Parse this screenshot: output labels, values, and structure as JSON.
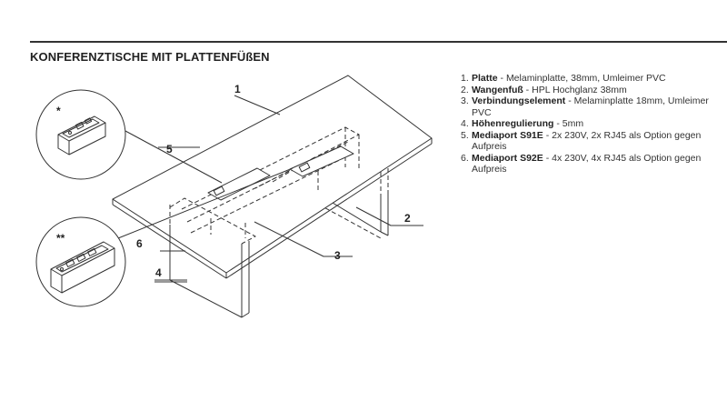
{
  "title": "KONFERENZTISCHE MIT PLATTENFÜßEN",
  "callouts": {
    "c1": "1",
    "c2": "2",
    "c3": "3",
    "c4": "4",
    "c5": "5",
    "c6": "6",
    "star_single": "*",
    "star_double": "**"
  },
  "legend": [
    {
      "num": "1.",
      "term": "Platte",
      "sep": " - ",
      "desc": "Melaminplatte, 38mm, Umleimer PVC"
    },
    {
      "num": "2.",
      "term": "Wangenfuß",
      "sep": " - ",
      "desc": "HPL Hochglanz 38mm"
    },
    {
      "num": "3.",
      "term": "Verbindungselement",
      "sep": " - ",
      "desc": "Melaminplatte 18mm, Umleimer PVC"
    },
    {
      "num": "4.",
      "term": "Höhenregulierung",
      "sep": " - ",
      "desc": "5mm"
    },
    {
      "num": "5.",
      "term": "Mediaport S91E",
      "sep": " - ",
      "desc": "2x 230V, 2x RJ45 als Option gegen Aufpreis"
    },
    {
      "num": "6.",
      "term": "Mediaport S92E",
      "sep": " - ",
      "desc": "4x 230V, 4x RJ45 als Option gegen Aufpreis"
    }
  ]
}
